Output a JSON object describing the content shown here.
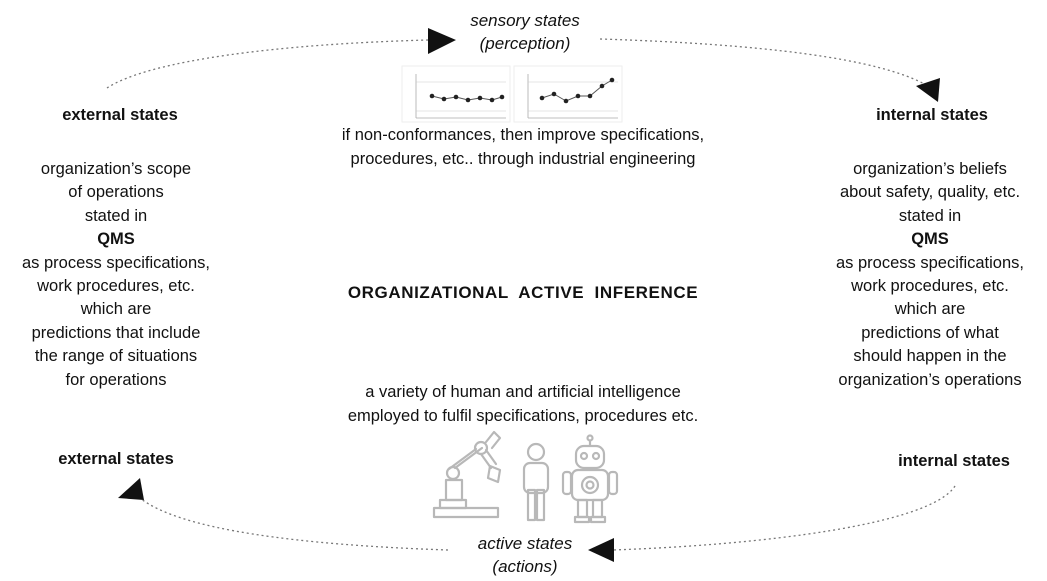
{
  "top": {
    "sensory_line1": "sensory states",
    "sensory_line2": "(perception)",
    "improve_line1": "if non-conformances, then improve specifications,",
    "improve_line2": "procedures, etc.. through industrial engineering"
  },
  "left": {
    "heading_top": "external states",
    "lines": [
      "organization’s scope",
      "of operations",
      "stated in",
      "QMS",
      "as process specifications,",
      "work procedures, etc.",
      "which are",
      "predictions that include",
      "the range of situations",
      "for operations"
    ],
    "heading_bottom": "external states"
  },
  "right": {
    "heading_top": "internal states",
    "lines": [
      "organization’s beliefs",
      "about safety, quality, etc.",
      "stated in",
      "QMS",
      "as process specifications,",
      "work procedures, etc.",
      "which are",
      "predictions of what",
      "should happen in the",
      "organization’s operations"
    ],
    "heading_bottom": "internal states"
  },
  "center": {
    "title": "ORGANIZATIONAL ACTIVE INFERENCE",
    "ai_line1": "a variety of human and artificial intelligence",
    "ai_line2": "employed to fulfil specifications, procedures etc."
  },
  "bottom": {
    "active_line1": "active states",
    "active_line2": "(actions)"
  },
  "icons": [
    "control-chart-icon",
    "control-chart-trend-icon",
    "robot-arm-icon",
    "person-icon",
    "robot-icon"
  ],
  "colors": {
    "text": "#111111",
    "arrow": "#111111",
    "dotted_line": "#777777",
    "icon_gray": "#b8b8b8"
  }
}
